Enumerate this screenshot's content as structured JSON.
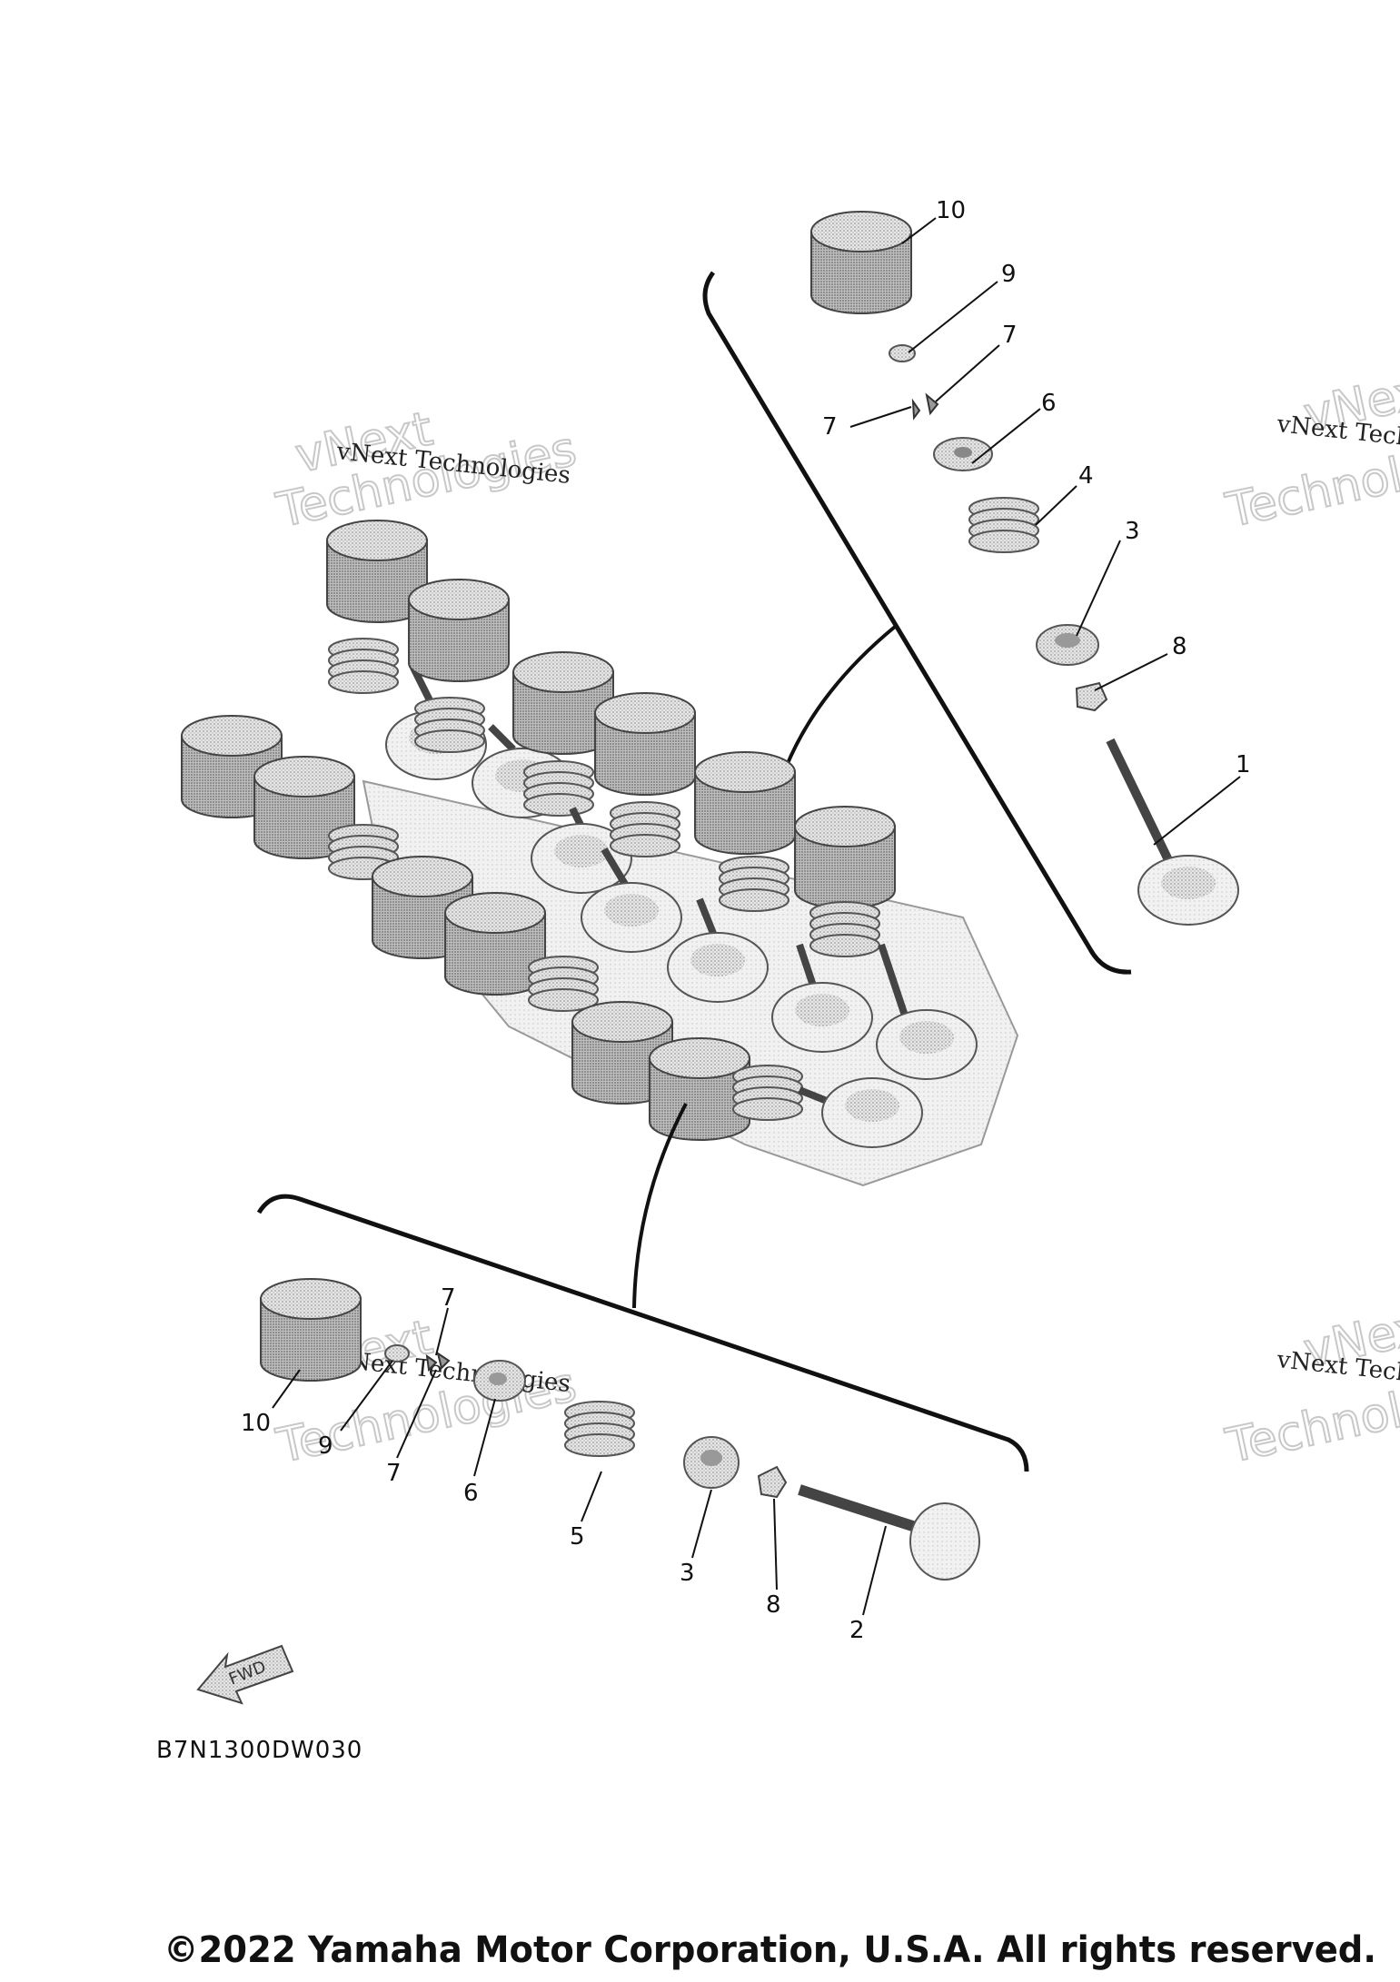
{
  "diagram_code": "B7N1300DW030",
  "copyright": "©2022 Yamaha Motor Corporation, U.S.A. All rights reserved.",
  "fwd_label": "FWD",
  "watermark": {
    "line1": "vNext Technologies",
    "big1": "vNext",
    "big2": "Technologies"
  },
  "callouts_upper": {
    "c10": "10",
    "c9": "9",
    "c7a": "7",
    "c7b": "7",
    "c6": "6",
    "c4": "4",
    "c3": "3",
    "c8": "8",
    "c1": "1"
  },
  "callouts_lower": {
    "c7": "7",
    "c10": "10",
    "c9": "9",
    "c7b": "7",
    "c6": "6",
    "c5": "5",
    "c3": "3",
    "c8": "8",
    "c2": "2"
  }
}
